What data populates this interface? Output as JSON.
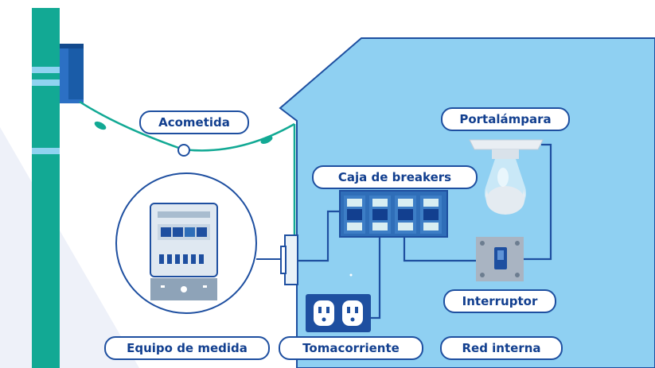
{
  "labels": {
    "acometida": "Acometida",
    "portalampara": "Portalámpara",
    "caja_breakers": "Caja de breakers",
    "interruptor": "Interruptor",
    "equipo_medida": "Equipo de medida",
    "tomacorriente": "Tomacorriente",
    "red_interna": "Red interna"
  },
  "colors": {
    "pole": "#12a994",
    "pole_band": "#8fd3f0",
    "house_wall": "#8fd0f2",
    "house_outline": "#1e4fa0",
    "wire_service": "#12a994",
    "wire_internal": "#1e4fa0",
    "breaker_box": "#2f6eb8",
    "breaker_module": "#1a5ca8",
    "switch_plate": "#a9b4c2",
    "outlet": "#1e4fa0",
    "bulb": "#c9e8f7",
    "lamp_holder": "#e9eef3",
    "label_border": "#1e4fa0",
    "label_text": "#123f8f"
  },
  "icons": {
    "meter": "electric-meter-icon",
    "bulb": "light-bulb-icon",
    "switch": "light-switch-icon",
    "outlet": "power-outlet-icon",
    "breakers": "breaker-panel-icon"
  }
}
